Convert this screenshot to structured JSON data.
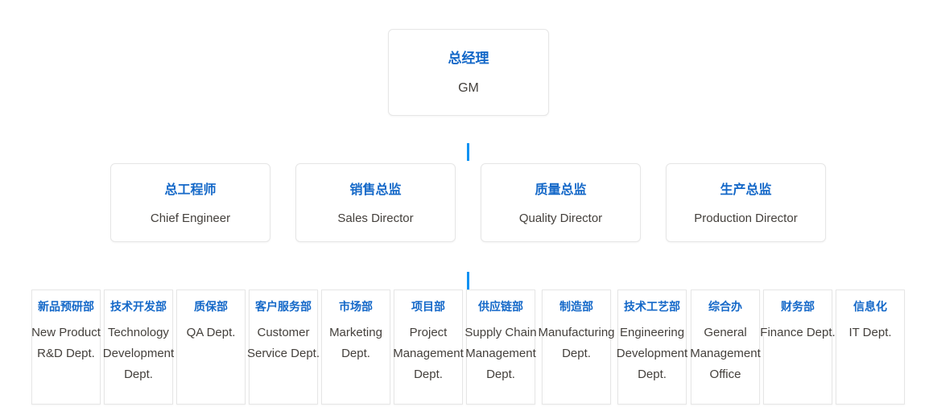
{
  "chart": {
    "type": "org-chart",
    "accent_color": "#0c91f2",
    "title_color": "#1468c8",
    "subtitle_color": "#44403c",
    "border_color": "#e6e6e6",
    "tier1": {
      "title": "总经理",
      "subtitle": "GM"
    },
    "tier2": [
      {
        "title": "总工程师",
        "subtitle": "Chief Engineer"
      },
      {
        "title": "销售总监",
        "subtitle": "Sales Director"
      },
      {
        "title": "质量总监",
        "subtitle": "Quality Director"
      },
      {
        "title": "生产总监",
        "subtitle": "Production Director"
      }
    ],
    "tier3": [
      {
        "title": "新品预研部",
        "subtitle": "New Product R&D Dept."
      },
      {
        "title": "技术开发部",
        "subtitle": "Technology Development Dept."
      },
      {
        "title": "质保部",
        "subtitle": "QA Dept."
      },
      {
        "title": "客户服务部",
        "subtitle": "Customer Service Dept."
      },
      {
        "title": "市场部",
        "subtitle": "Marketing Dept."
      },
      {
        "title": "项目部",
        "subtitle": "Project Management Dept."
      },
      {
        "title": "供应链部",
        "subtitle": "Supply Chain Management Dept."
      },
      {
        "title": "制造部",
        "subtitle": "Manufacturing Dept."
      },
      {
        "title": "技术工艺部",
        "subtitle": "Engineering Development Dept."
      },
      {
        "title": "综合办",
        "subtitle": "General Management Office"
      },
      {
        "title": "财务部",
        "subtitle": "Finance Dept."
      },
      {
        "title": "信息化",
        "subtitle": "IT Dept."
      }
    ]
  }
}
